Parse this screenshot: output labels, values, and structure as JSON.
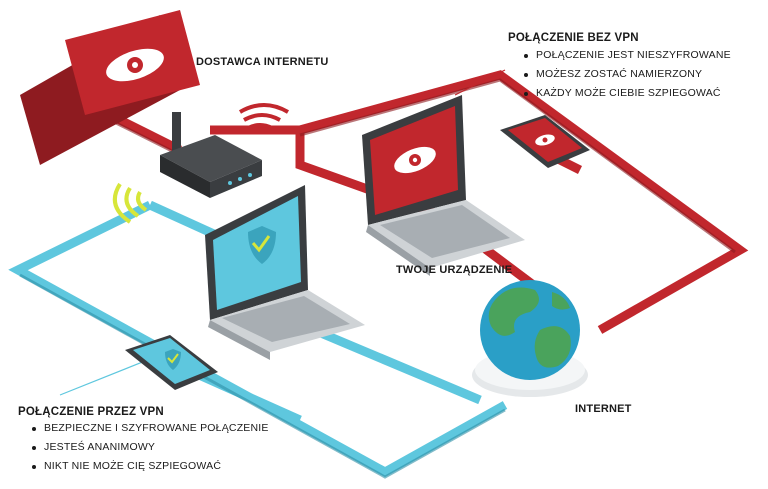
{
  "labels": {
    "isp": "DOSTAWCA INTERNETU",
    "your_device": "TWOJE URZĄDZENIE",
    "internet": "INTERNET"
  },
  "no_vpn": {
    "heading": "POŁĄCZENIE BEZ VPN",
    "points": [
      "POŁĄCZENIE JEST NIESZYFROWANE",
      "MOŻESZ ZOSTAĆ NAMIERZONY",
      "KAŻDY MOŻE CIEBIE SZPIEGOWAĆ"
    ]
  },
  "with_vpn": {
    "heading": "POŁĄCZENIE PRZEZ VPN",
    "points": [
      "BEZPIECZNE I SZYFROWANE POŁĄCZENIE",
      "JESTEŚ ANANIMOWY",
      "NIKT NIE MOŻE CIĘ SZPIEGOWAĆ"
    ]
  },
  "colors": {
    "unsafe": "#c1272d",
    "unsafe_dark": "#8e1b20",
    "safe": "#5ec7de",
    "safe_dark": "#2e8fa6",
    "device_gray": "#cfd3d6",
    "device_dark": "#3a3d40",
    "globe_land": "#4aa35c",
    "globe_sea": "#2a9fc7",
    "signal_yellow": "#d7e63a"
  }
}
